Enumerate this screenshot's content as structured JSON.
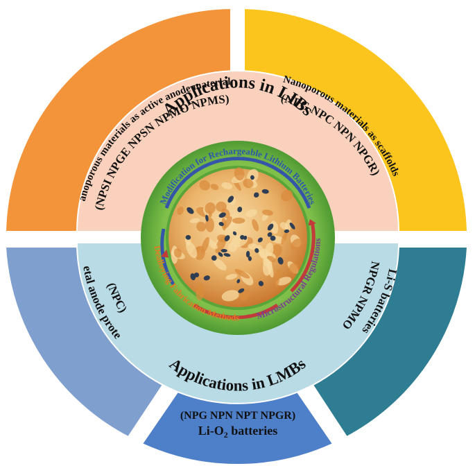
{
  "segments": {
    "anode_title": "Nanoporous materials as active anode materials",
    "anode_list": "(NPSI  NPGE  NPSN  NPMO  NPMS)",
    "scaffold_title": "Nanoporous materials as scaffolds",
    "scaffold_list": "(NPG  NPC  NPN  NPGR)",
    "limetal_list": "(NPC)",
    "limetal_title": "Li-metal anode protection",
    "lis_list": "(NPGR  NPMO)",
    "lis_title": "Li-S batteries",
    "lio2_list": "(NPG  NPN  NPT  NPGR)",
    "lio2_title_a": "Li-O",
    "lio2_title_sub": "2",
    "lio2_title_b": " batteries"
  },
  "inner": {
    "libs": "Applications in LIBs",
    "lmbs": "Applications in LMBs"
  },
  "ring": {
    "modification": "Modification for Rechargeable Lithium Batteries",
    "dealloying": "Dealloying Fabrication Methods",
    "microstructural": "Microstructural Regulations"
  },
  "colors": {
    "anode": "#f4943a",
    "scaffold": "#fbc51d",
    "limetal": "#7f9fcf",
    "lis": "#2e7d92",
    "lio2": "#4e7fc9",
    "libs_bg": "#f9d1bc",
    "lmbs_bg": "#b9dbe6",
    "ring_green": "#5aa53a",
    "text_blue": "#2c5aa8",
    "text_orange": "#e07b22",
    "text_purple": "#7a3f8e"
  }
}
